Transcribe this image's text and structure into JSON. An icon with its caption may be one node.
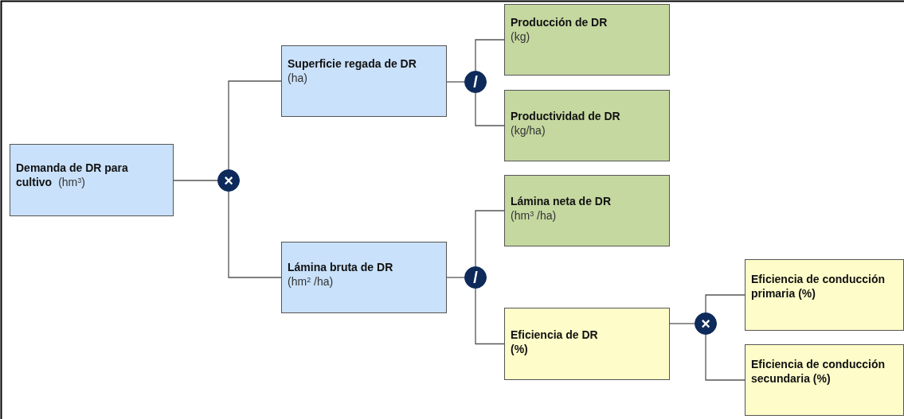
{
  "diagram": {
    "nodes": [
      {
        "text": [
          "Demanda de DR para cultivo",
          "(hm$^{3}$)"
        ]
      },
      {
        "text": [
          "×"
        ]
      },
      {
        "text": [
          "Superficie regada de DR",
          "(ha)"
        ]
      },
      {
        "text": [
          "/"
        ]
      },
      {
        "text": [
          "Producción de DR",
          "(kg)"
        ]
      },
      {
        "text": [
          "Productividad de DR",
          "(kg/ha)"
        ]
      },
      {
        "text": [
          "Lámina bruta de DR",
          "(hm$^{2}$ /ha)"
        ]
      },
      {
        "text": [
          "/"
        ]
      },
      {
        "text": [
          "Lámina neta de DR",
          "(hm$^{3}$ /ha)"
        ]
      },
      {
        "text": [
          "Eficiencia de DR",
          "(%)"
        ]
      },
      {
        "text": [
          "×"
        ]
      },
      {
        "text": [
          "Eficiencia de conducción primaria (%)"
        ]
      },
      {
        "text": [
          "Eficiencia de conducción secundaria (%)"
        ]
      }
    ],
    "edges": [
      {
        "from": 0,
        "to": 1,
        "arrow": "none"
      },
      {
        "from": 1,
        "to": 2,
        "arrow": "none"
      },
      {
        "from": 1,
        "to": 6,
        "arrow": "none"
      },
      {
        "from": 2,
        "to": 3,
        "arrow": "none"
      },
      {
        "from": 3,
        "to": 4,
        "arrow": "none"
      },
      {
        "from": 3,
        "to": 5,
        "arrow": "none"
      },
      {
        "from": 6,
        "to": 7,
        "arrow": "none"
      },
      {
        "from": 7,
        "to": 8,
        "arrow": "none"
      },
      {
        "from": 7,
        "to": 9,
        "arrow": "none"
      },
      {
        "from": 9,
        "to": 10,
        "arrow": "none"
      },
      {
        "from": 10,
        "to": 11,
        "arrow": "none"
      },
      {
        "from": 10,
        "to": 12,
        "arrow": "none"
      }
    ]
  }
}
